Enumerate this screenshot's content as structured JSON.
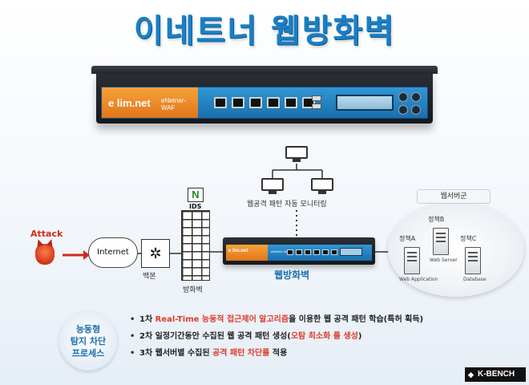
{
  "title": "이네트너 웹방화벽",
  "appliance": {
    "logo": "e lim.net",
    "model": "eNetner-WAF"
  },
  "monitor_label": "웹공격 패턴 자동 모니터링",
  "web_servers": {
    "group_label": "웹서버군",
    "policies": [
      {
        "label": "정책A",
        "caption": "Web Application"
      },
      {
        "label": "정책B",
        "caption": "Web Server"
      },
      {
        "label": "정책C",
        "caption": "Database"
      }
    ]
  },
  "attack_label": "Attack",
  "internet_label": "Internet",
  "backbone_label": "백본",
  "firewall_label": "방화벽",
  "ids": {
    "badge": "N",
    "label": "IDS"
  },
  "waf_label": "웹방화벽",
  "process": {
    "title_lines": [
      "능동형",
      "탐지 차단",
      "프로세스"
    ]
  },
  "steps": [
    {
      "bullet": "•",
      "prefix": "1차 ",
      "highlight": "Real-Time 능동적 접근제어 알고리즘",
      "suffix": "을 이용한 웹 공격 패턴 학습(특허 획득)"
    },
    {
      "bullet": "•",
      "prefix": "2차 일정기간동안 수집된 웹 공격 패턴 생성(",
      "highlight": "오탐 최소화 룰 생성",
      "suffix": ")"
    },
    {
      "bullet": "•",
      "prefix": "3차 웹서버별 수집된 ",
      "highlight": "공격 패턴 차단룰",
      "suffix": " 적용"
    }
  ],
  "brand": "K-BENCH",
  "colors": {
    "title": "#1a7fc4",
    "highlight": "#e03c2c",
    "accent_orange": "#e0761a",
    "accent_blue": "#1a6fae"
  },
  "icons": [
    "computer-icon",
    "server-icon",
    "devil-icon",
    "cloud-icon",
    "switch-icon",
    "firewall-icon"
  ]
}
